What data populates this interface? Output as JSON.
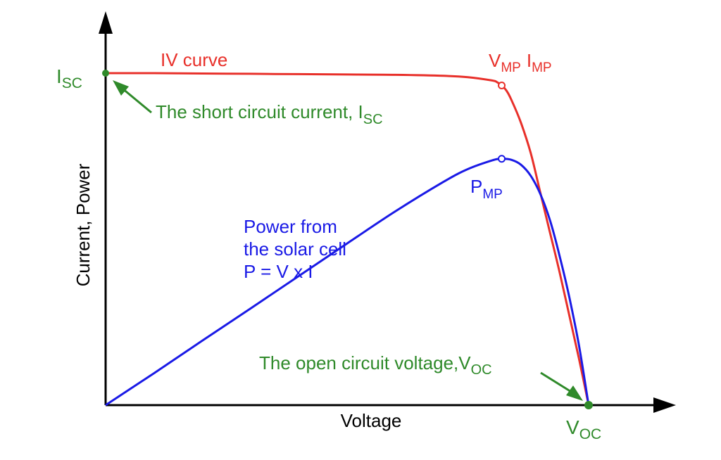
{
  "chart_data": {
    "type": "line",
    "title": "",
    "xlabel": "Voltage",
    "ylabel": "Current, Power",
    "xlim": [
      0,
      1
    ],
    "ylim": [
      0,
      1
    ],
    "grid": false,
    "series": [
      {
        "name": "IV curve",
        "color": "#e8302a",
        "x": [
          0,
          0.1,
          0.2,
          0.3,
          0.4,
          0.5,
          0.6,
          0.7,
          0.75,
          0.8,
          0.81,
          0.82,
          0.83,
          0.84,
          0.86,
          0.88,
          0.9,
          0.92,
          0.94,
          0.96,
          0.98,
          1.0
        ],
        "y": [
          1.0,
          1.0,
          0.999,
          0.998,
          0.997,
          0.996,
          0.995,
          0.992,
          0.988,
          0.978,
          0.973,
          0.963,
          0.947,
          0.92,
          0.85,
          0.76,
          0.64,
          0.52,
          0.4,
          0.27,
          0.14,
          0
        ]
      },
      {
        "name": "Power from the solar cell",
        "color": "#1a1ae6",
        "x": [
          0,
          0.1,
          0.2,
          0.3,
          0.4,
          0.5,
          0.6,
          0.7,
          0.75,
          0.8,
          0.82,
          0.84,
          0.86,
          0.88,
          0.9,
          0.92,
          0.94,
          0.96,
          0.98,
          1.0
        ],
        "y": [
          0,
          0.096,
          0.194,
          0.291,
          0.389,
          0.487,
          0.584,
          0.673,
          0.711,
          0.737,
          0.742,
          0.739,
          0.724,
          0.691,
          0.636,
          0.557,
          0.449,
          0.325,
          0.18,
          0
        ]
      }
    ],
    "annotations": {
      "iv_label": "IV curve",
      "power_label_1": "Power from",
      "power_label_2": "the solar cell",
      "power_label_3": "P = V x I",
      "isc_main": "I",
      "isc_sub": "SC",
      "isc_note_text": "The short circuit current, I",
      "isc_note_sub": "SC",
      "vmp_main": "V",
      "vmp_sub": "MP",
      "imp_main": "I",
      "imp_sub": "MP",
      "pmp_main": "P",
      "pmp_sub": "MP",
      "voc_note_text": "The open circuit voltage,V",
      "voc_note_sub": "OC",
      "voc_main": "V",
      "voc_sub": "OC"
    },
    "points": {
      "isc": {
        "x": 0,
        "y": 1.0
      },
      "mpp_iv": {
        "x": 0.82,
        "y": 0.963
      },
      "mpp_power": {
        "x": 0.82,
        "y": 0.742
      },
      "voc": {
        "x": 1.0,
        "y": 0
      }
    },
    "colors": {
      "iv": "#e8302a",
      "power": "#1a1ae6",
      "annotation": "#2f8a2a",
      "axis": "#000000"
    }
  }
}
